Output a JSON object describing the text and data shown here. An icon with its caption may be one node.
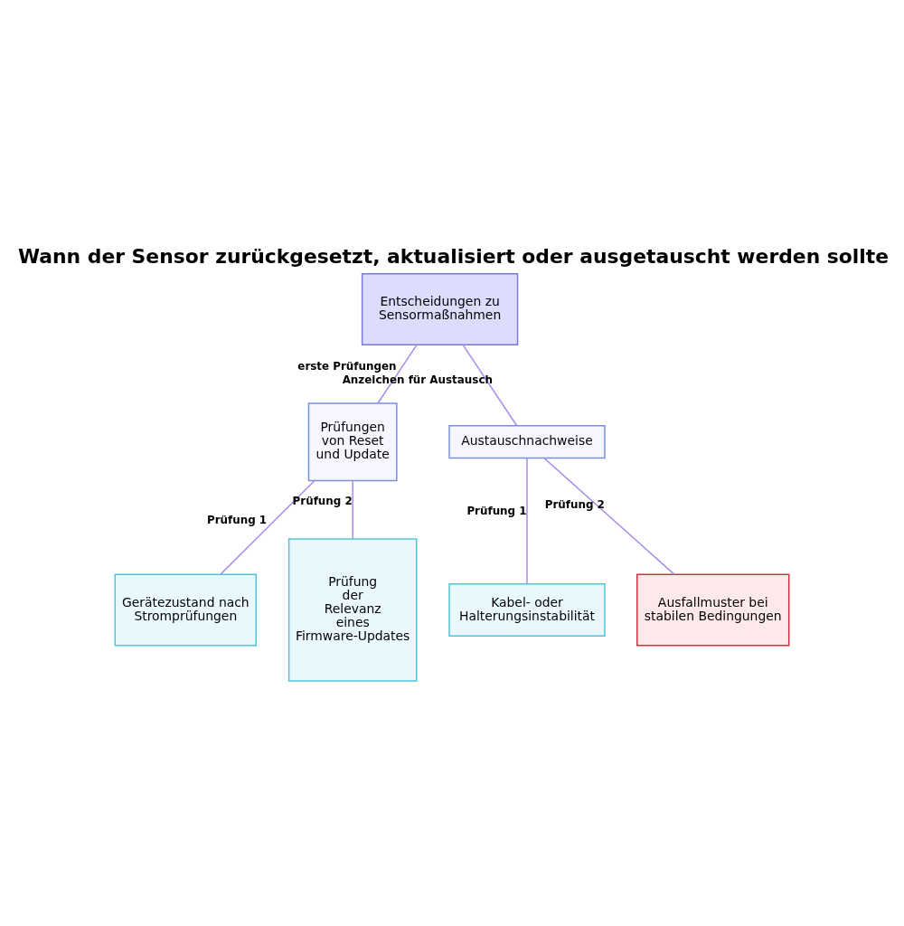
{
  "diagram": {
    "title": "Wann der Sensor zurückgesetzt, aktualisiert oder ausgetauscht werden sollte",
    "nodes": [
      {
        "text": [
          "Entscheidungen zu Sensormaßnahmen"
        ]
      },
      {
        "text": [
          "Prüfungen von Reset und Update"
        ]
      },
      {
        "text": [
          "Austauschnachweise"
        ]
      },
      {
        "text": [
          "Gerätezustand nach Stromprüfungen"
        ]
      },
      {
        "text": [
          "Prüfung der Relevanz eines Firmware-Updates"
        ]
      },
      {
        "text": [
          "Kabel- oder Halterungsinstabilität"
        ]
      },
      {
        "text": [
          "Ausfallmuster bei stabilen Bedingungen"
        ]
      }
    ],
    "edges": [
      {
        "from": 0,
        "to": 1,
        "arrow": "none",
        "label": "erste Prüfungen"
      },
      {
        "from": 0,
        "to": 2,
        "arrow": "none",
        "label": "Anzeichen für Austausch"
      },
      {
        "from": 1,
        "to": 3,
        "arrow": "none",
        "label": "Prüfung 1"
      },
      {
        "from": 1,
        "to": 4,
        "arrow": "none",
        "label": "Prüfung 2"
      },
      {
        "from": 2,
        "to": 5,
        "arrow": "none",
        "label": "Prüfung 1"
      },
      {
        "from": 2,
        "to": 6,
        "arrow": "none",
        "label": "Prüfung 2"
      }
    ]
  }
}
